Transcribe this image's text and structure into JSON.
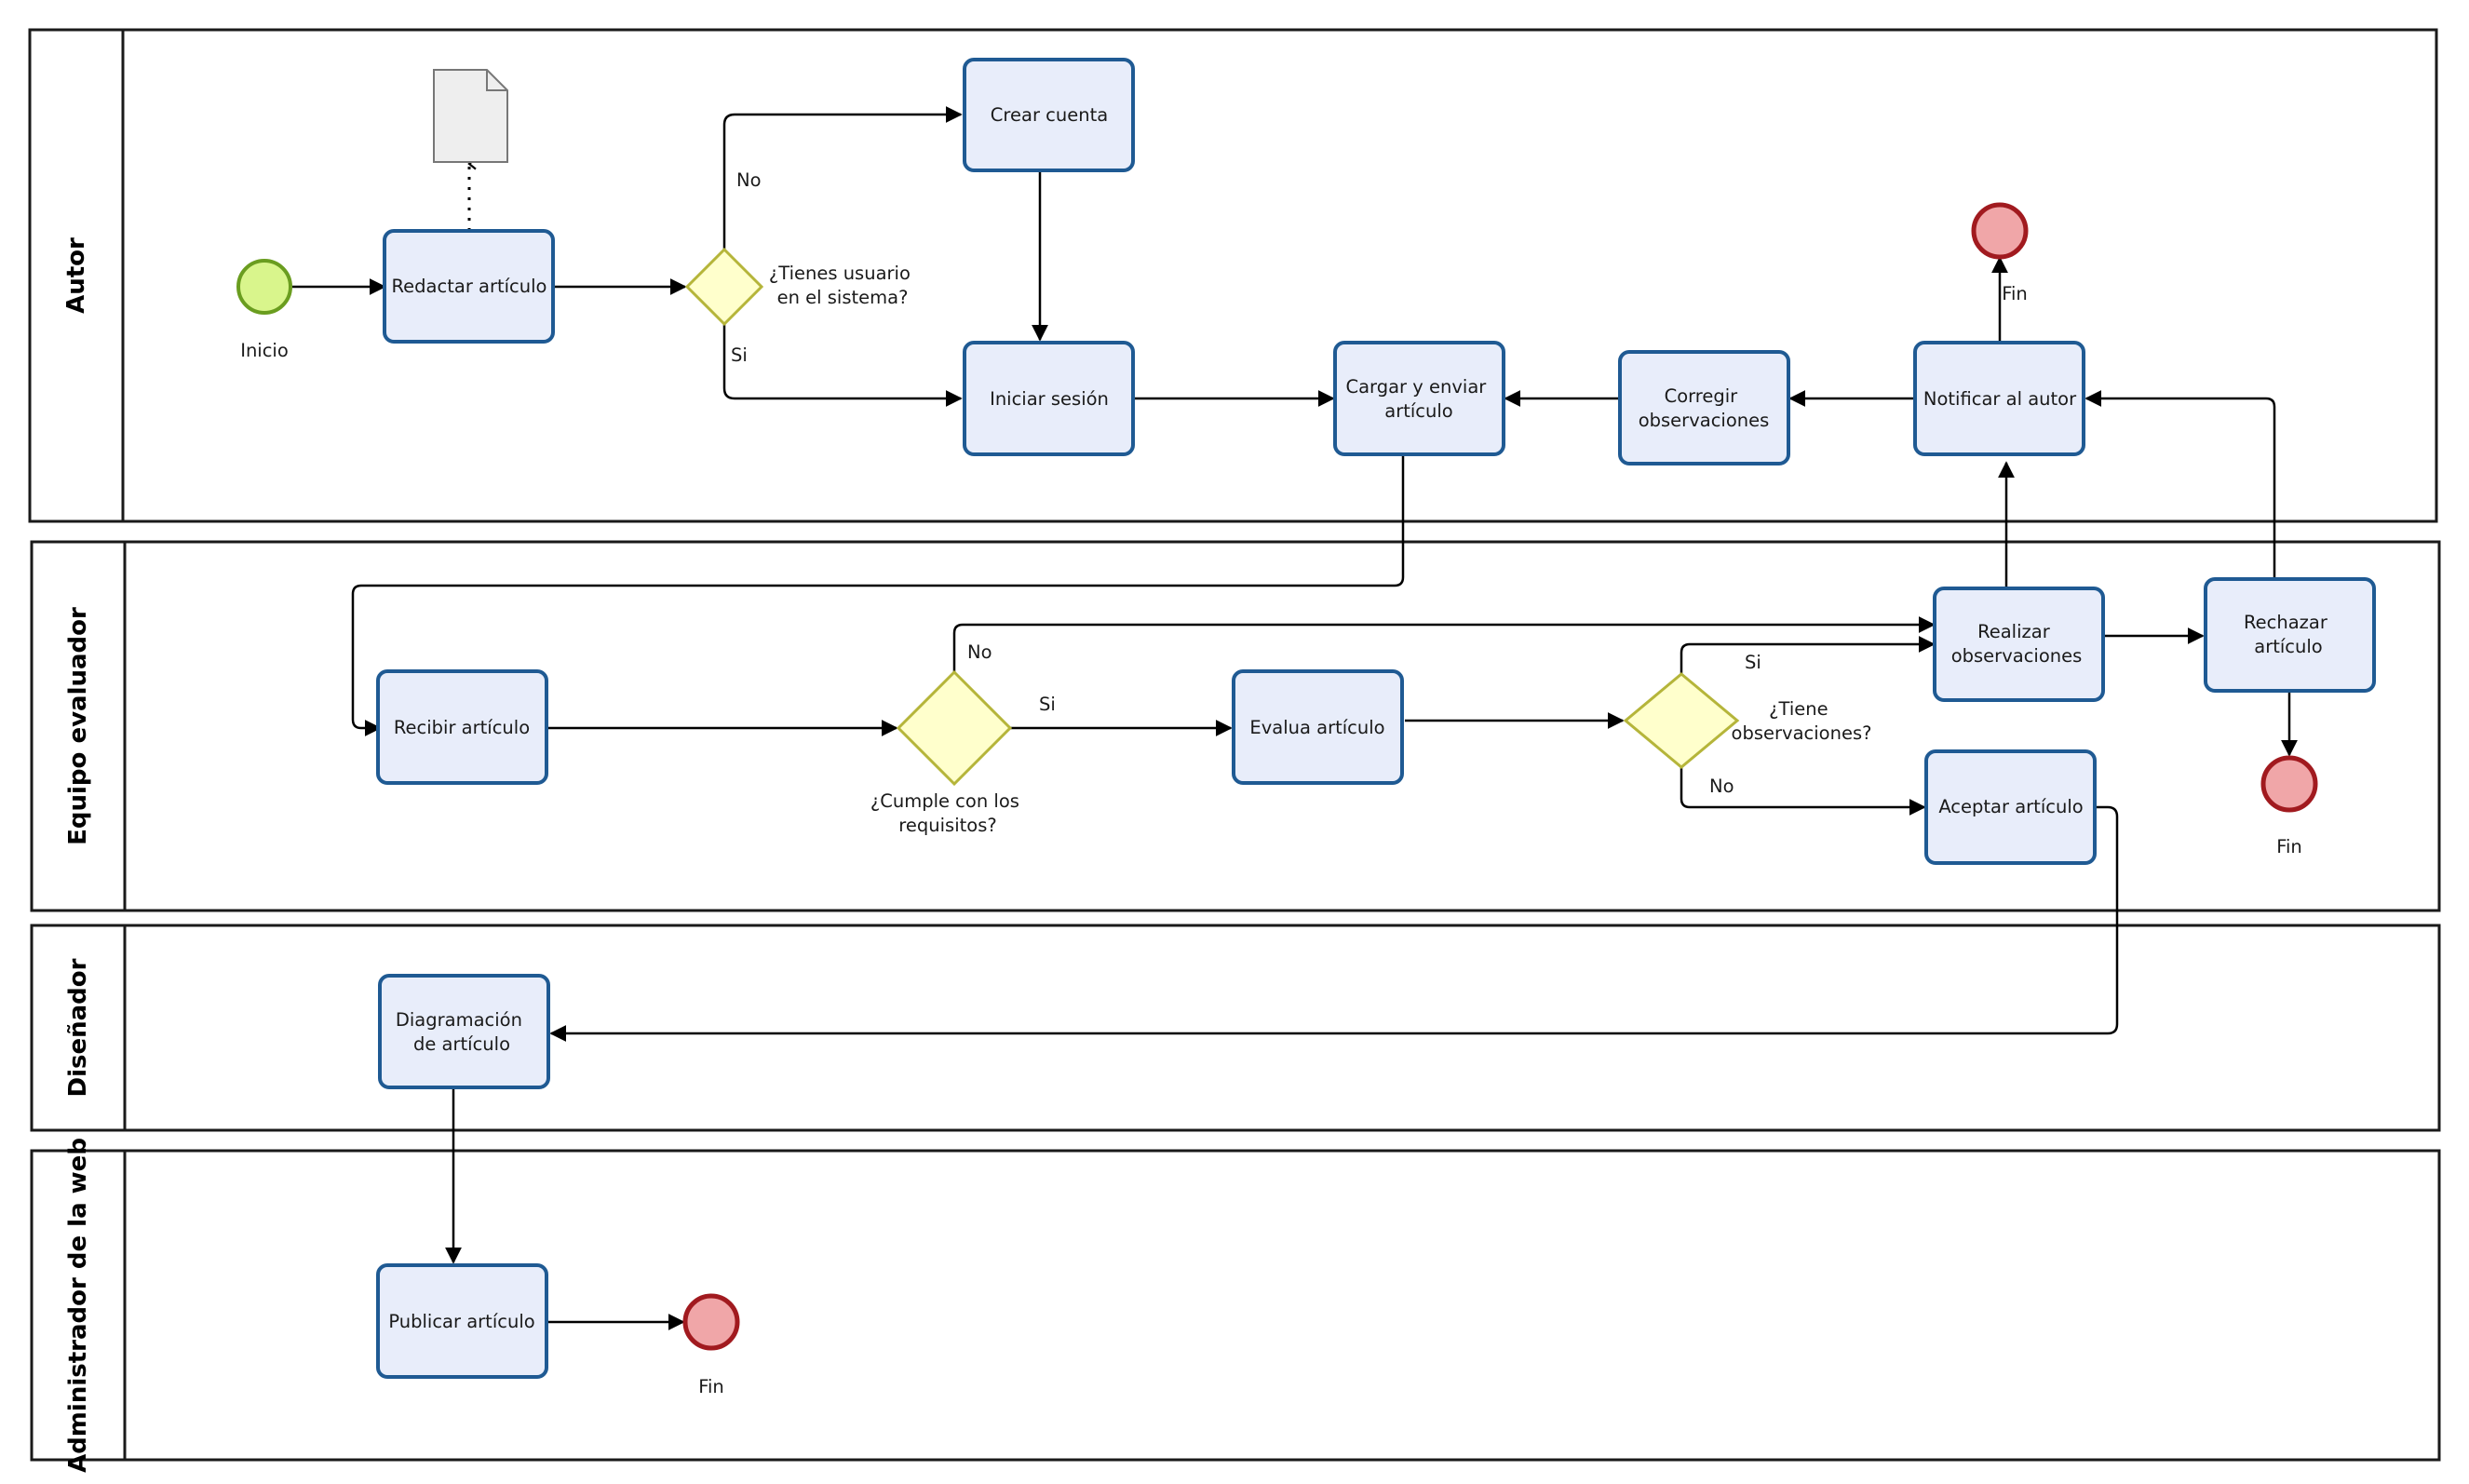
{
  "lanes": [
    {
      "id": "autor",
      "label": "Autor"
    },
    {
      "id": "equipo",
      "label": "Equipo evaluador"
    },
    {
      "id": "disenador",
      "label": "Diseñador"
    },
    {
      "id": "admin",
      "label": "Administrador de la web"
    }
  ],
  "tasks": {
    "redactar": [
      "Redactar artículo"
    ],
    "crear": [
      "Crear cuenta"
    ],
    "iniciar": [
      "Iniciar sesión"
    ],
    "cargar": [
      "Cargar y enviar",
      "artículo"
    ],
    "corregir": [
      "Corregir",
      "observaciones"
    ],
    "notificar": [
      "Notificar al autor"
    ],
    "recibir": [
      "Recibir artículo"
    ],
    "evalua": [
      "Evalua artículo"
    ],
    "realizar": [
      "Realizar",
      "observaciones"
    ],
    "rechazar": [
      "Rechazar",
      "artículo"
    ],
    "aceptar": [
      "Aceptar artículo"
    ],
    "diagramacion": [
      "Diagramación",
      "de artículo"
    ],
    "publicar": [
      "Publicar artículo"
    ]
  },
  "gateways": {
    "usuario": [
      "¿Tienes usuario",
      "en el sistema?"
    ],
    "requisitos": [
      "¿Cumple con los",
      "requisitos?"
    ],
    "observaciones": [
      "¿Tiene",
      "observaciones?"
    ]
  },
  "events": {
    "inicio": "Inicio",
    "fin_autor": "Fin",
    "fin_rechazo": "Fin",
    "fin_publicar": "Fin"
  },
  "flow_labels": {
    "usuario_no": "No",
    "usuario_si": "Si",
    "requisitos_no": "No",
    "requisitos_si": "Si",
    "obs_si": "Si",
    "obs_no": "No"
  }
}
